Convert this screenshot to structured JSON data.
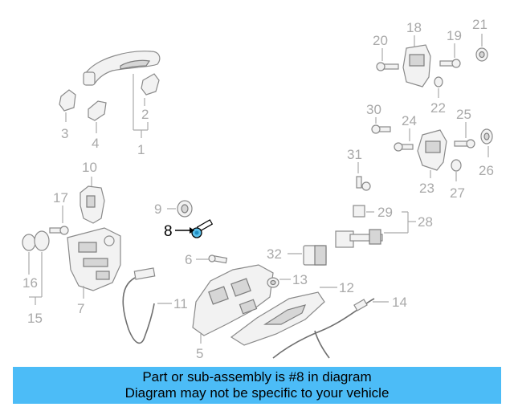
{
  "diagram": {
    "labels": {
      "p1": "1",
      "p2": "2",
      "p3": "3",
      "p4": "4",
      "p5": "5",
      "p6": "6",
      "p7": "7",
      "p8": "8",
      "p9": "9",
      "p10": "10",
      "p11": "11",
      "p12": "12",
      "p13": "13",
      "p14": "14",
      "p15": "15",
      "p16": "16",
      "p17": "17",
      "p18": "18",
      "p19": "19",
      "p20": "20",
      "p21": "21",
      "p22": "22",
      "p23": "23",
      "p24": "24",
      "p25": "25",
      "p26": "26",
      "p27": "27",
      "p28": "28",
      "p29": "29",
      "p30": "30",
      "p31": "31",
      "p32": "32"
    },
    "highlighted_part": "8",
    "colors": {
      "highlight": "#000000",
      "label": "#a9a9a9",
      "banner": "#4cbcf7",
      "part_highlight": "#5bc0eb"
    }
  },
  "banner": {
    "line1": "Part or sub-assembly is #8 in diagram",
    "line2": "Diagram may not be specific to your vehicle"
  }
}
